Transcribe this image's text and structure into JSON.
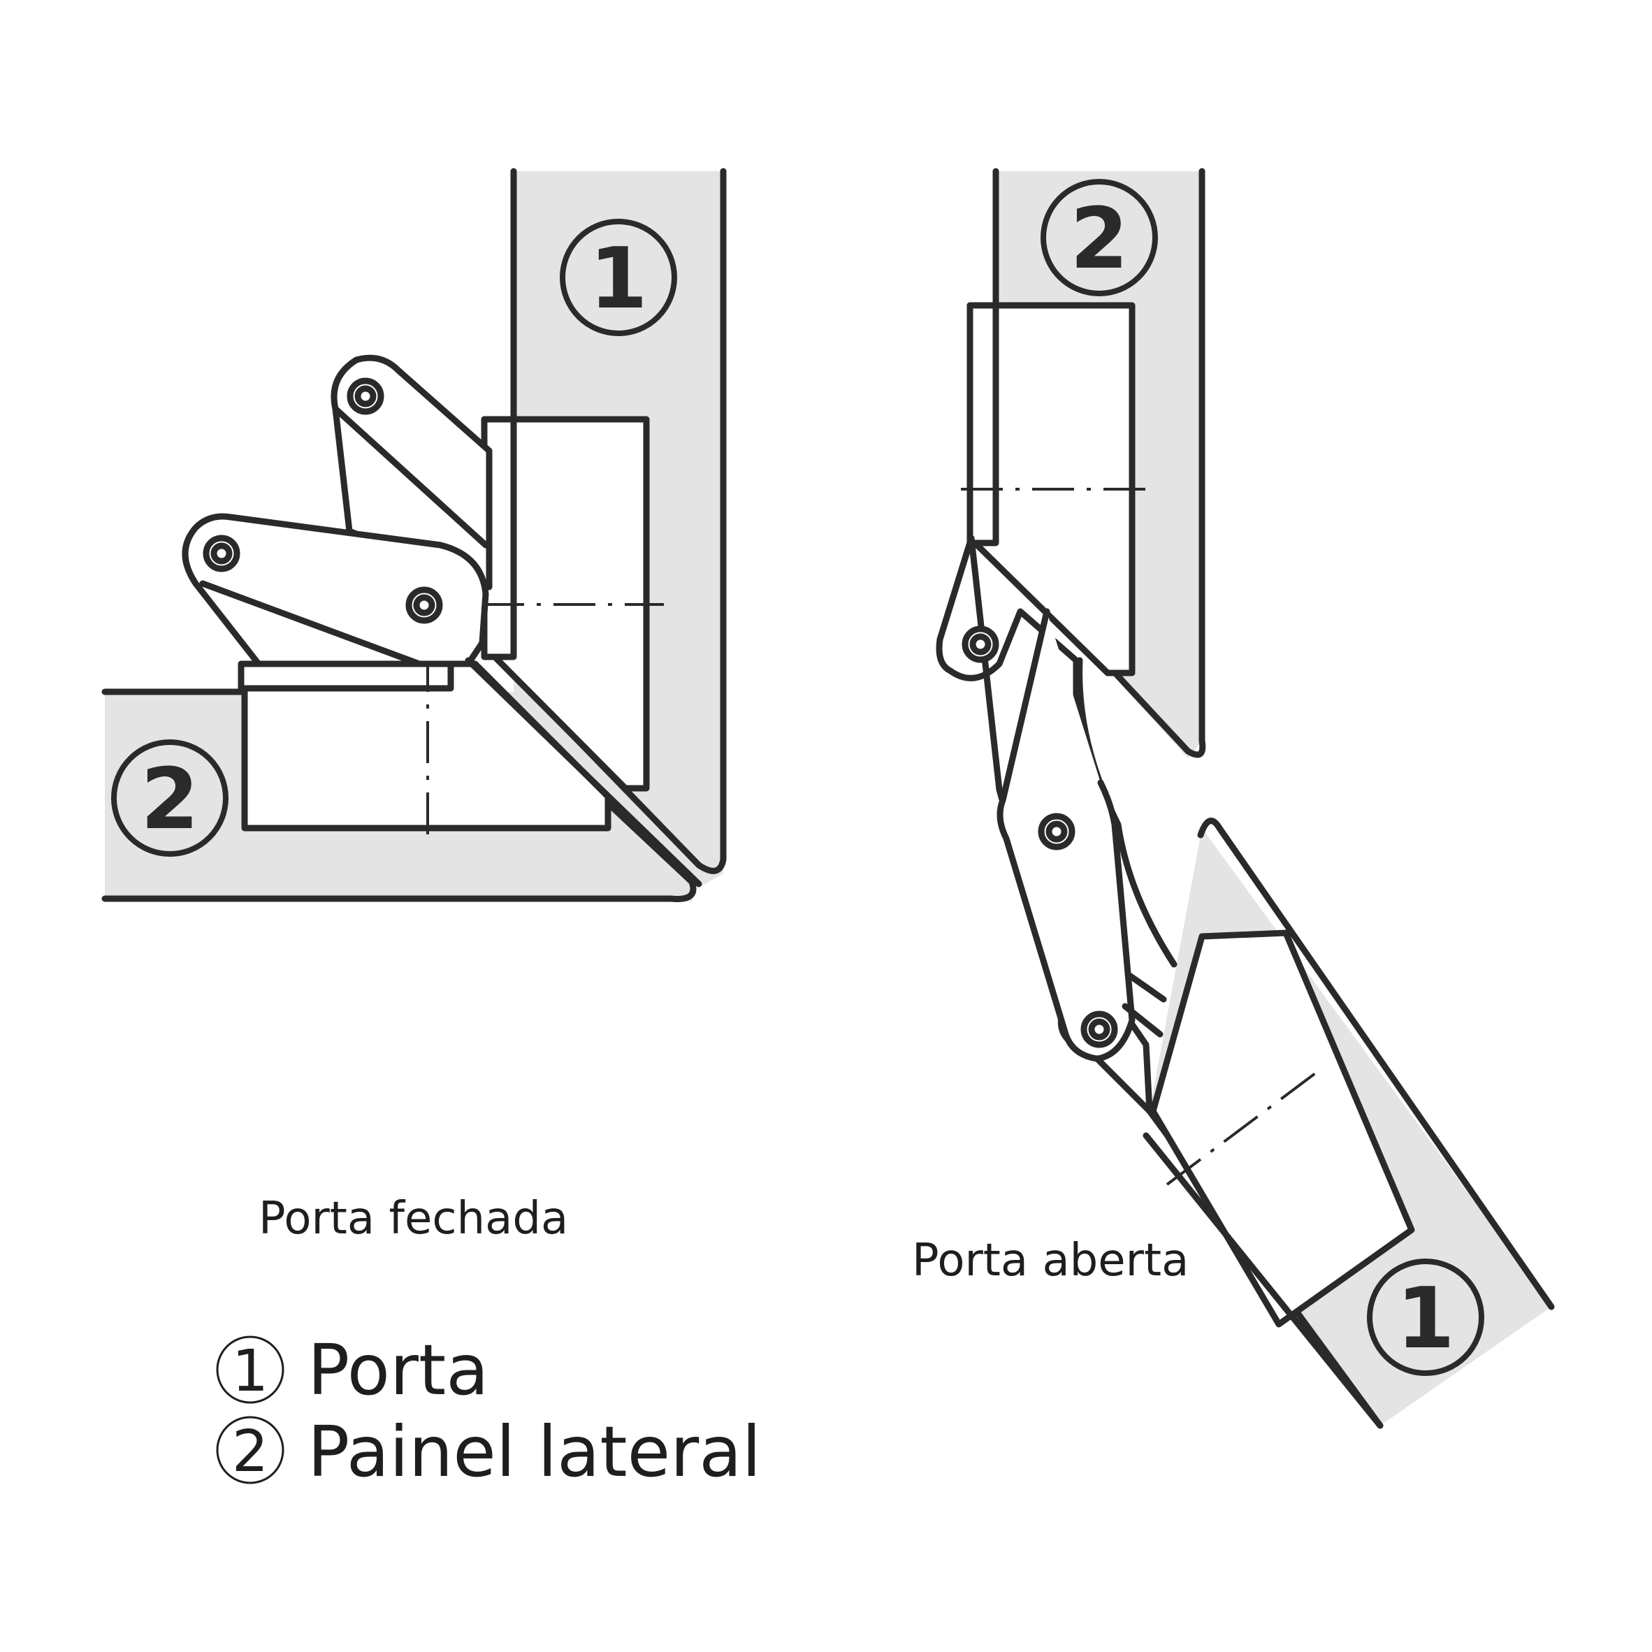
{
  "diagram": {
    "closed_caption": "Porta fechada",
    "open_caption": "Porta aberta",
    "badges": {
      "door": "1",
      "side_panel": "2"
    },
    "legend": [
      {
        "number": "1",
        "label": "Porta"
      },
      {
        "number": "2",
        "label": "Painel lateral"
      }
    ],
    "colors": {
      "panel_fill": "#e4e4e4",
      "line": "#2a2a2a"
    }
  }
}
